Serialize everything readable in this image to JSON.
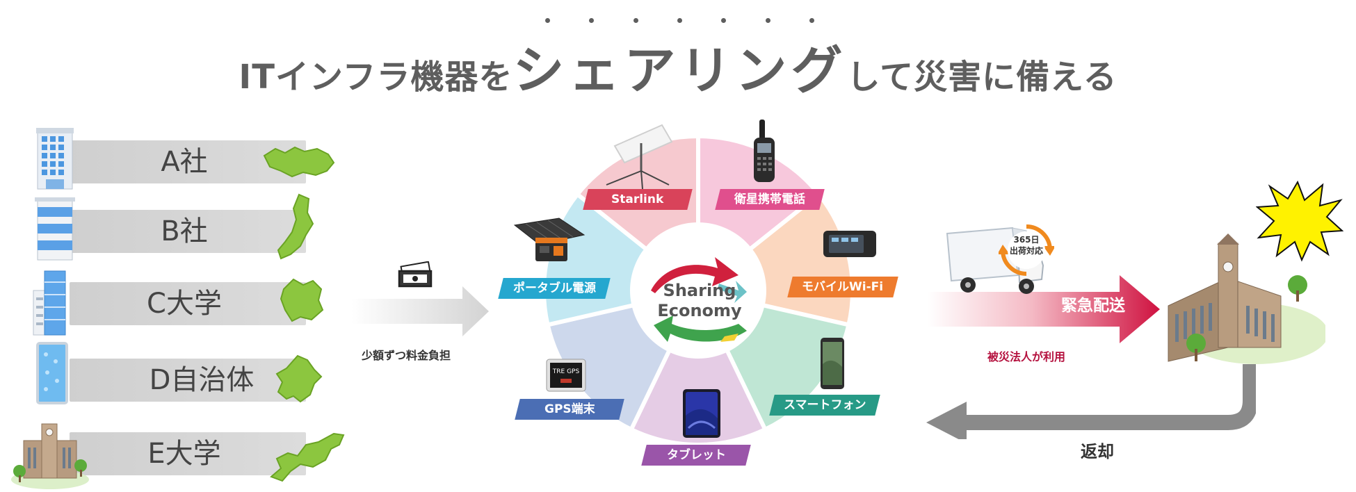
{
  "title": {
    "part1": "ITインフラ機器を",
    "emphasis": "シェアリング",
    "part2": "して災害に備える"
  },
  "organizations": [
    {
      "label": "A社",
      "icon": "office-building-icon"
    },
    {
      "label": "B社",
      "icon": "office-building-icon"
    },
    {
      "label": "C大学",
      "icon": "office-tower-icon"
    },
    {
      "label": "D自治体",
      "icon": "glass-building-icon"
    },
    {
      "label": "E大学",
      "icon": "university-building-icon"
    }
  ],
  "payment": {
    "label": "少額ずつ料金負担",
    "icon": "money-bills-icon"
  },
  "center": {
    "line1": "Sharing",
    "line2": "Economy"
  },
  "devices": [
    {
      "label": "Starlink",
      "color": "#d9435a"
    },
    {
      "label": "衛星携帯電話",
      "color": "#e04f8d"
    },
    {
      "label": "モバイルWi-Fi",
      "color": "#ee7b2e"
    },
    {
      "label": "スマートフォン",
      "color": "#279a86"
    },
    {
      "label": "タブレット",
      "color": "#9a55a9"
    },
    {
      "label": "GPS端末",
      "color": "#4b6eb4"
    },
    {
      "label": "ポータブル電源",
      "color": "#25a7cf"
    }
  ],
  "device_screen_text": "TRE GPS",
  "delivery": {
    "arrow_label": "緊急配送",
    "badge_line1": "365日",
    "badge_line2": "出荷対応",
    "caption": "被災法人が利用",
    "caption_color": "#b5123f"
  },
  "return_label": "返却",
  "colors": {
    "title": "#5e5e5e",
    "explosion": "#fff200",
    "return_arrow": "#8a8a8a",
    "delivery_arrow": "#cf1240"
  }
}
